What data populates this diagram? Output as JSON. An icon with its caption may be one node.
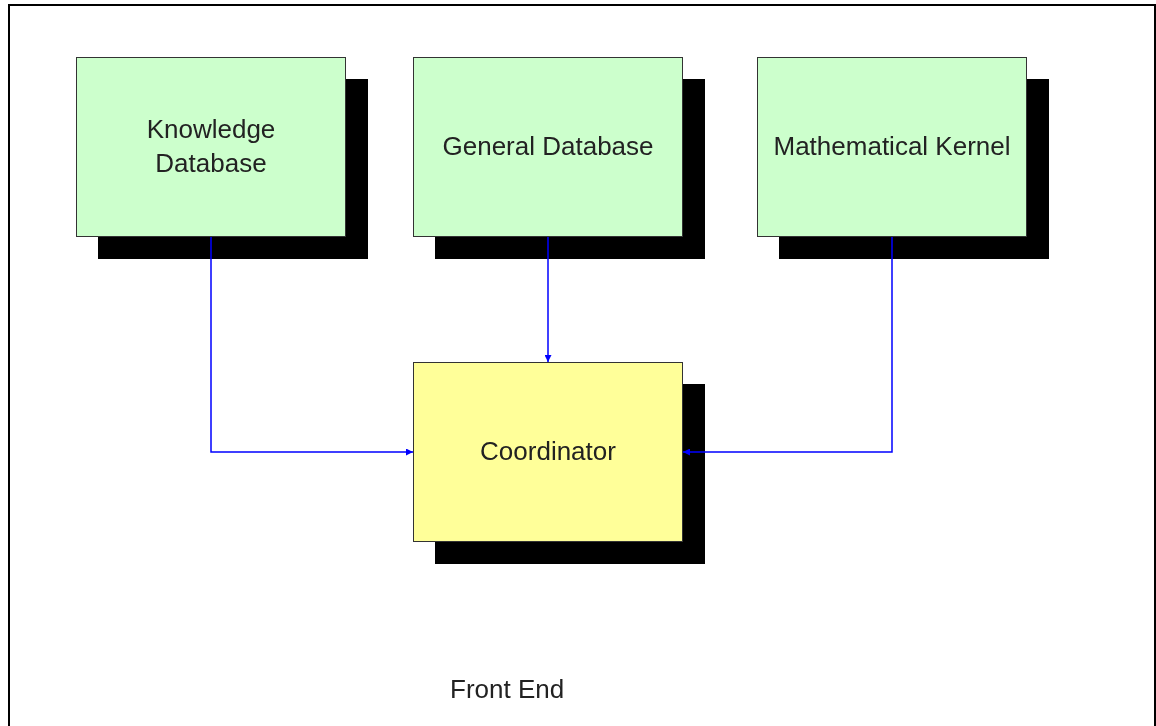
{
  "diagram": {
    "nodes": [
      {
        "text": [
          "Front End"
        ]
      },
      {
        "text": [
          "Knowledge Database"
        ],
        "in": 0
      },
      {
        "text": [
          "General Database"
        ],
        "in": 0
      },
      {
        "text": [
          "Mathematical Kernel"
        ],
        "in": 0
      },
      {
        "text": [
          "Coordinator"
        ],
        "in": 0
      }
    ],
    "edges": [
      {
        "from": 1,
        "to": 4,
        "arrow": "to"
      },
      {
        "from": 2,
        "to": 4,
        "arrow": "to"
      },
      {
        "from": 3,
        "to": 4,
        "arrow": "to"
      }
    ]
  }
}
